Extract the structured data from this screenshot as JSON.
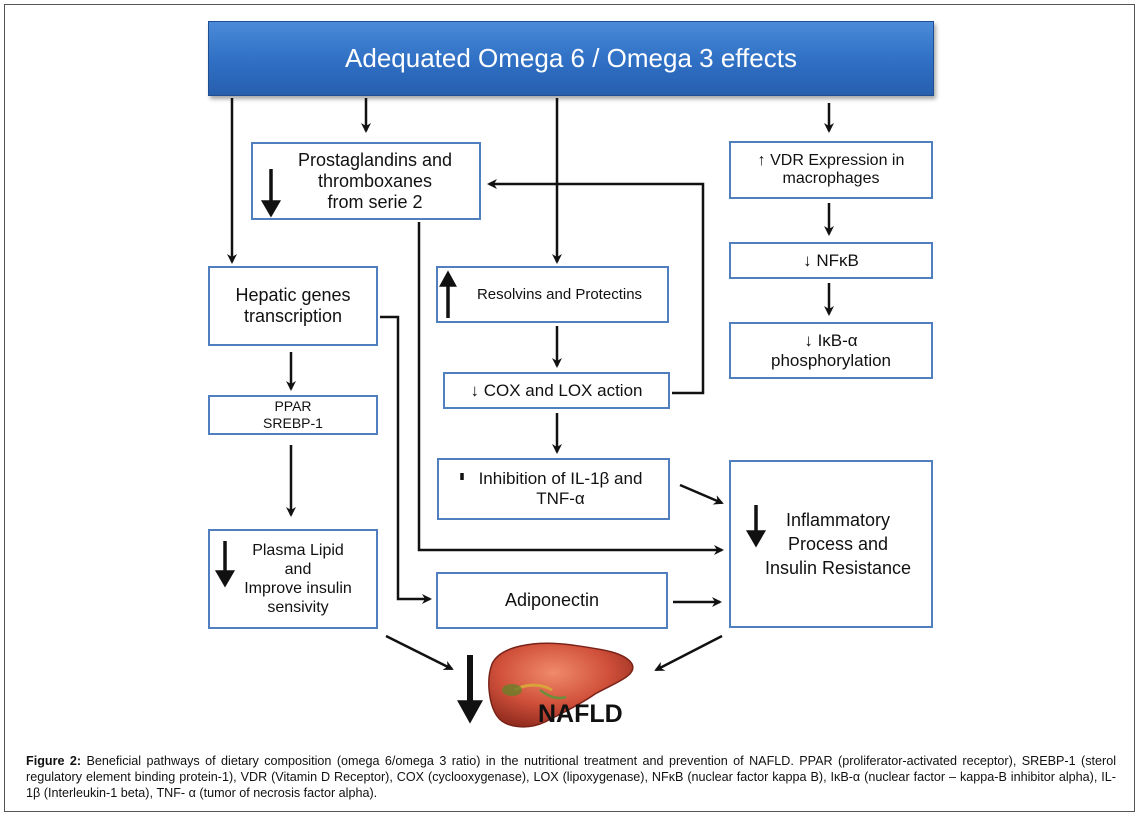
{
  "header": {
    "title": "Adequated Omega 6 / Omega 3 effects"
  },
  "boxes": {
    "prostaglandins": "Prostaglandins and\nthromboxanes\nfrom serie 2",
    "vdr": "↑ VDR Expression in\nmacrophages",
    "nfkb": "↓ NFκB",
    "ikb": "↓ IκB-α\nphosphorylation",
    "hepatic": "Hepatic genes\ntranscription",
    "resolvins": "Resolvins and Protectins",
    "cox_lox": "↓ COX and LOX action",
    "ppar": "PPAR\nSREBP-1",
    "inhibition": "Inhibition of IL-1β and\nTNF-α",
    "inflammatory": "Inflammatory\nProcess  and\nInsulin  Resistance",
    "plasma": "Plasma Lipid\nand\nImprove insulin\nsensivity",
    "adiponectin": "Adiponectin"
  },
  "outcome": {
    "label": "NAFLD"
  },
  "caption": {
    "label": "Figure 2:",
    "text": " Beneficial pathways of dietary composition (omega 6/omega 3 ratio) in the nutritional treatment and prevention of NAFLD.  PPAR (proliferator-activated receptor), SREBP-1 (sterol regulatory element binding protein-1), VDR (Vitamin D Receptor), COX (cyclooxygenase), LOX (lipoxygenase), NFκB (nuclear factor kappa B), IκB-α (nuclear factor – kappa-B inhibitor alpha), IL-1β (Interleukin-1 beta), TNF- α (tumor of necrosis factor alpha)."
  },
  "colors": {
    "header": "#2f6fc4",
    "box_border": "#4f7fbf",
    "liver": "#c0392b"
  }
}
